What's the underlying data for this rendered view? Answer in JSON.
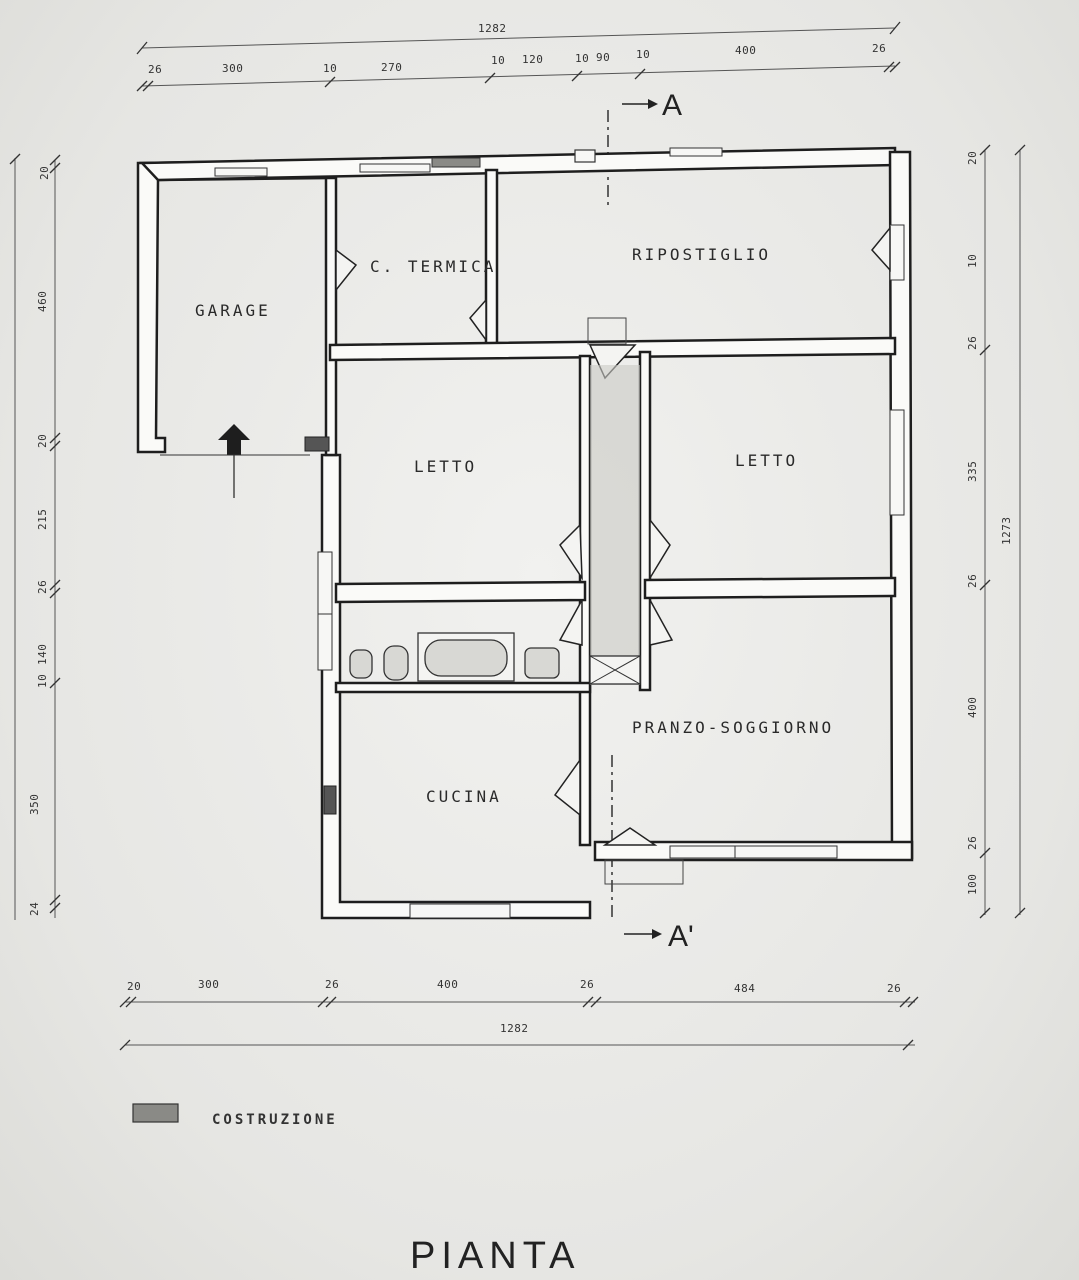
{
  "title": "PIANTA",
  "rooms": {
    "garage": "GARAGE",
    "centrale_termica": "C. TERMICA",
    "ripostiglio": "RIPOSTIGLIO",
    "letto_1": "LETTO",
    "letto_2": "LETTO",
    "pranzo_soggiorno": "PRANZO-SOGGIORNO",
    "cucina": "CUCINA"
  },
  "section_marks": {
    "top": "A",
    "bottom": "A'"
  },
  "legend": {
    "label": "COSTRUZIONE",
    "swatch_color": "#8a8a86"
  },
  "dimensions": {
    "top_total": "1282",
    "top_chain": [
      "26",
      "300",
      "10",
      "270",
      "10",
      "120",
      "10",
      "90",
      "10",
      "400",
      "26"
    ],
    "bottom_total": "1282",
    "bottom_chain": [
      "20",
      "300",
      "26",
      "400",
      "26",
      "484",
      "26"
    ],
    "left_chain": [
      "20",
      "460",
      "20",
      "215",
      "26",
      "140",
      "10",
      "350",
      "24"
    ],
    "right_chain": [
      "20",
      "10",
      "26",
      "335",
      "26",
      "400",
      "26",
      "100"
    ],
    "right_total": "1273"
  }
}
